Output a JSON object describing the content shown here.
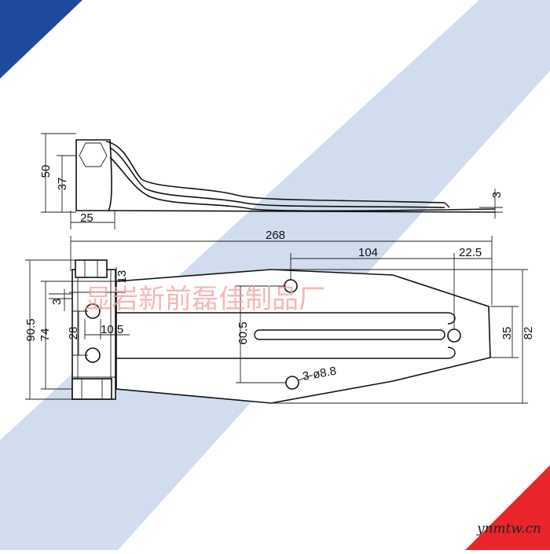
{
  "drawing": {
    "watermark_text": "显岩新前磊佳制品厂",
    "site_watermark": "ynmtw.cn",
    "colors": {
      "corner_blue": "#1f4a9c",
      "corner_red": "#e8262b",
      "band_blue": "#c9d6ec",
      "line": "#111111"
    }
  },
  "side_view": {
    "height_total": "50",
    "height_hex": "37",
    "width_hex": "25",
    "thickness": "3"
  },
  "plan_view": {
    "overall_length": "268",
    "hole_spacing": "104",
    "end_offset": "22.5",
    "left_offset_13": "13",
    "left_offset_3": "3",
    "pin_width": "10.5",
    "pin_spacing": "28",
    "slot_height": "60.5",
    "holes_callout": "3-ø8.8",
    "height_outer": "90.5",
    "height_body": "74",
    "right_height_35": "35",
    "right_height_82": "82"
  }
}
